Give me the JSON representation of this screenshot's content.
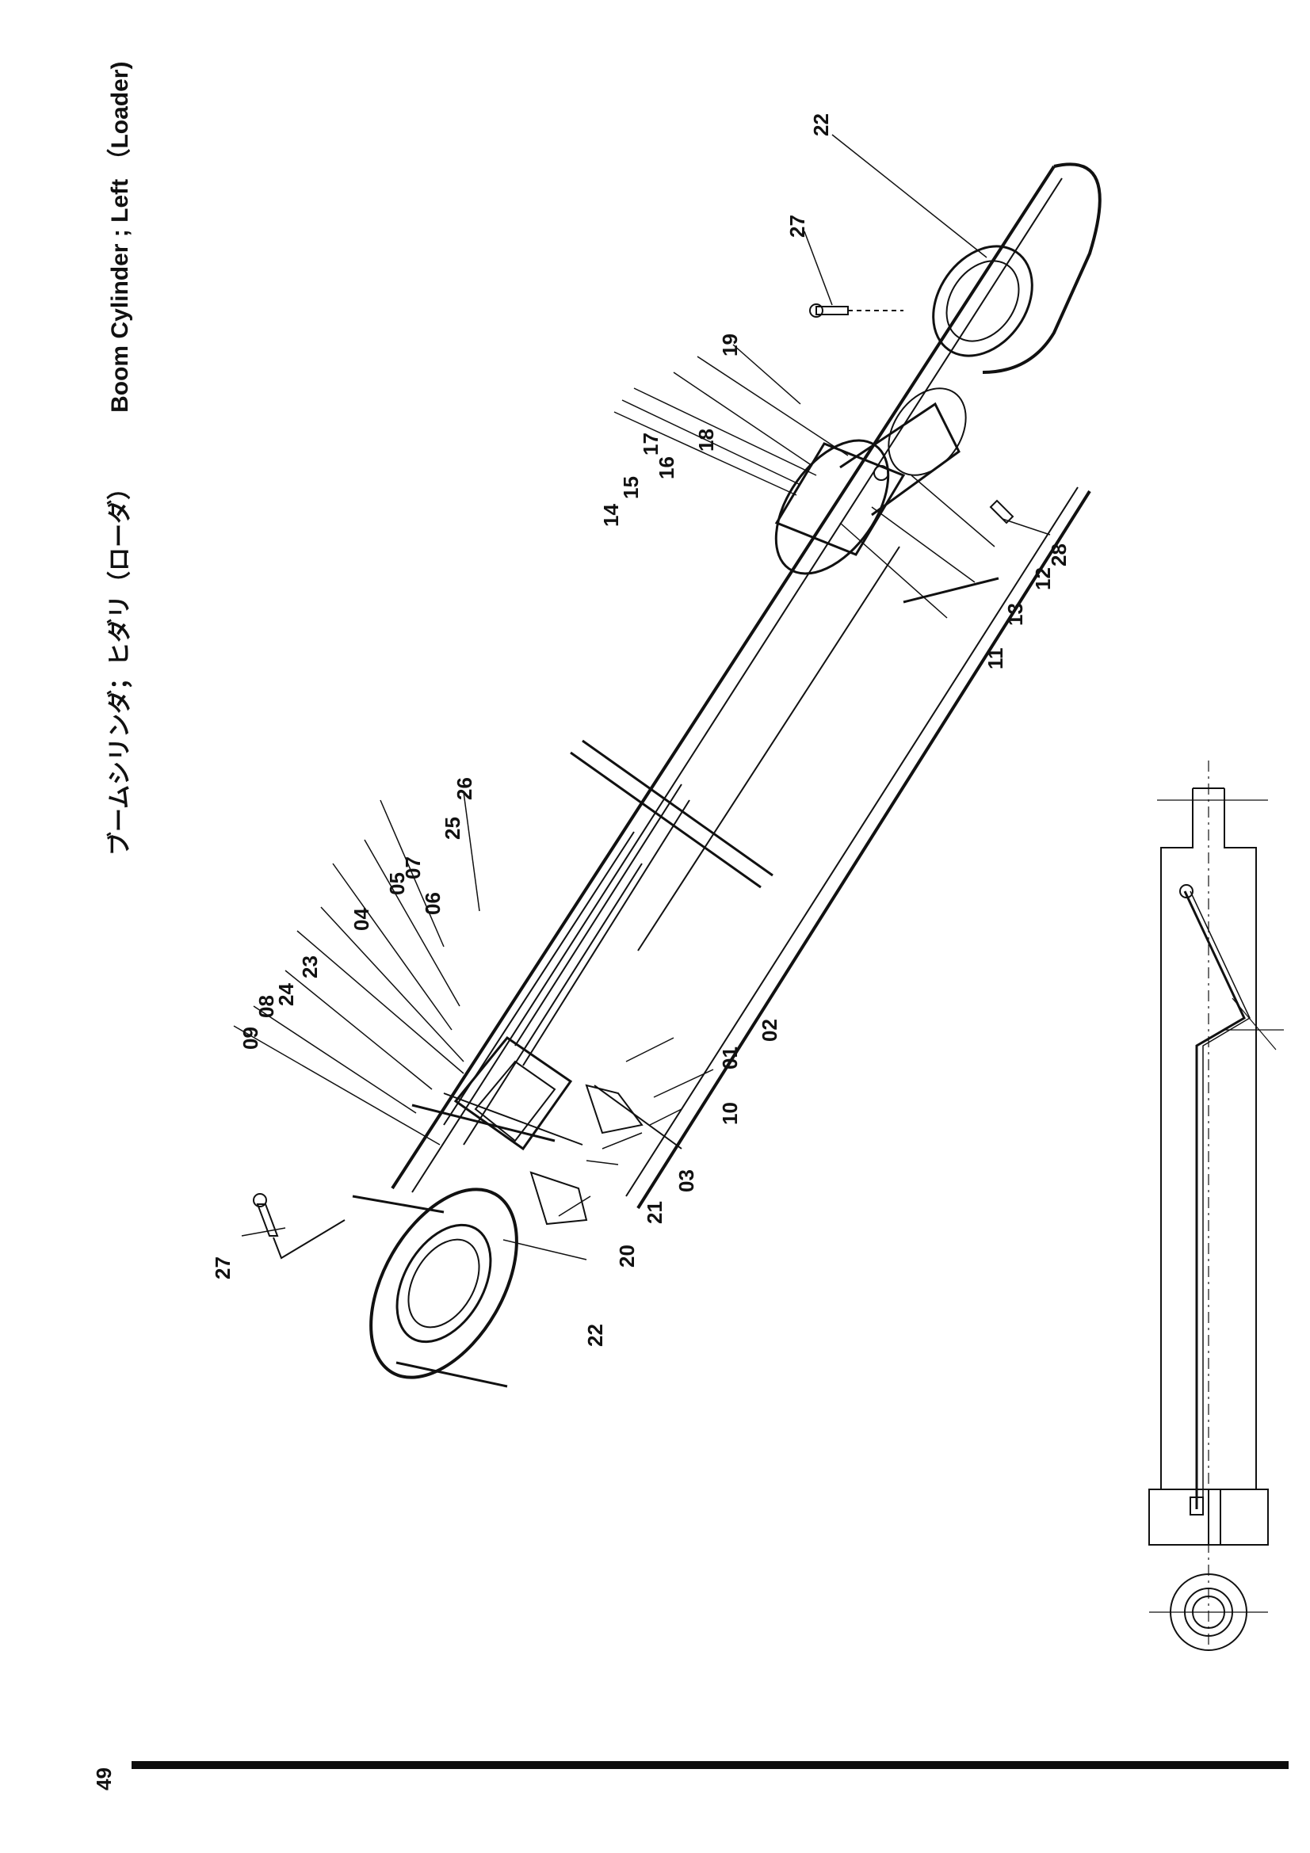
{
  "page": {
    "title_jp": "ブームシリンダ；ヒダリ（ローダ）",
    "title_en": "Boom Cylinder ; Left （Loader)",
    "page_number": "49"
  },
  "callouts": [
    "01",
    "02",
    "03",
    "04",
    "05",
    "06",
    "07",
    "08",
    "09",
    "10",
    "11",
    "12",
    "13",
    "14",
    "15",
    "16",
    "17",
    "18",
    "19",
    "20",
    "21",
    "22",
    "22",
    "23",
    "24",
    "25",
    "26",
    "27",
    "27",
    "28"
  ]
}
